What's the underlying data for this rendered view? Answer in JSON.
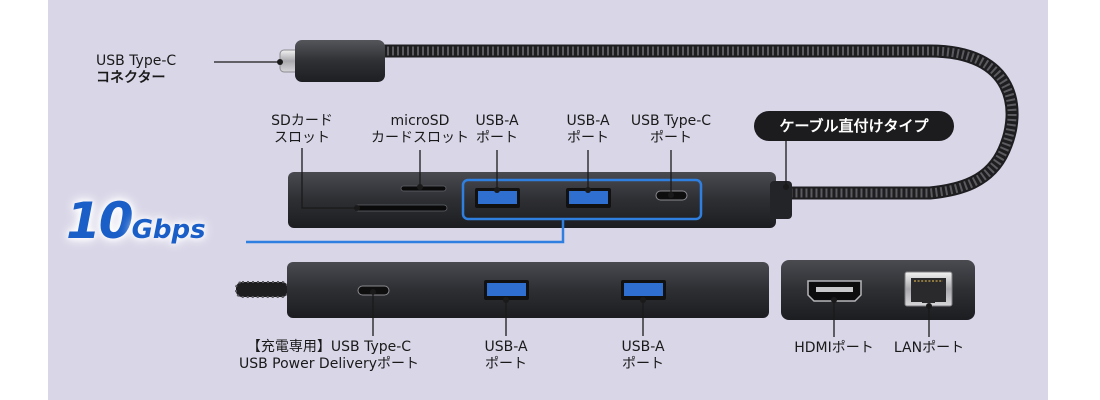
{
  "colors": {
    "background": "#d9d6e8",
    "hub_body": "#2e2f33",
    "callout_blue": "#2f7fe0",
    "usb_port_blue": "#2f6fd0",
    "badge_bg": "#1c1c1e"
  },
  "labels": {
    "usbc_connector": {
      "line1": "USB Type-C",
      "line2": "コネクター"
    },
    "sd_slot": {
      "line1": "SDカード",
      "line2": "スロット"
    },
    "microsd_slot": {
      "line1": "microSD",
      "line2": "カードスロット"
    },
    "usba_top_1": {
      "line1": "USB-A",
      "line2": "ポート"
    },
    "usba_top_2": {
      "line1": "USB-A",
      "line2": "ポート"
    },
    "usbc_top": {
      "line1": "USB Type-C",
      "line2": "ポート"
    },
    "cable_badge": "ケーブル直付けタイプ",
    "speed": {
      "number": "10",
      "unit": "Gbps"
    },
    "pd_port": {
      "line1": "【充電専用】USB Type-C",
      "line2": "USB Power Deliveryポート"
    },
    "usba_bottom_1": {
      "line1": "USB-A",
      "line2": "ポート"
    },
    "usba_bottom_2": {
      "line1": "USB-A",
      "line2": "ポート"
    },
    "hdmi_port": "HDMIポート",
    "lan_port": "LANポート"
  }
}
